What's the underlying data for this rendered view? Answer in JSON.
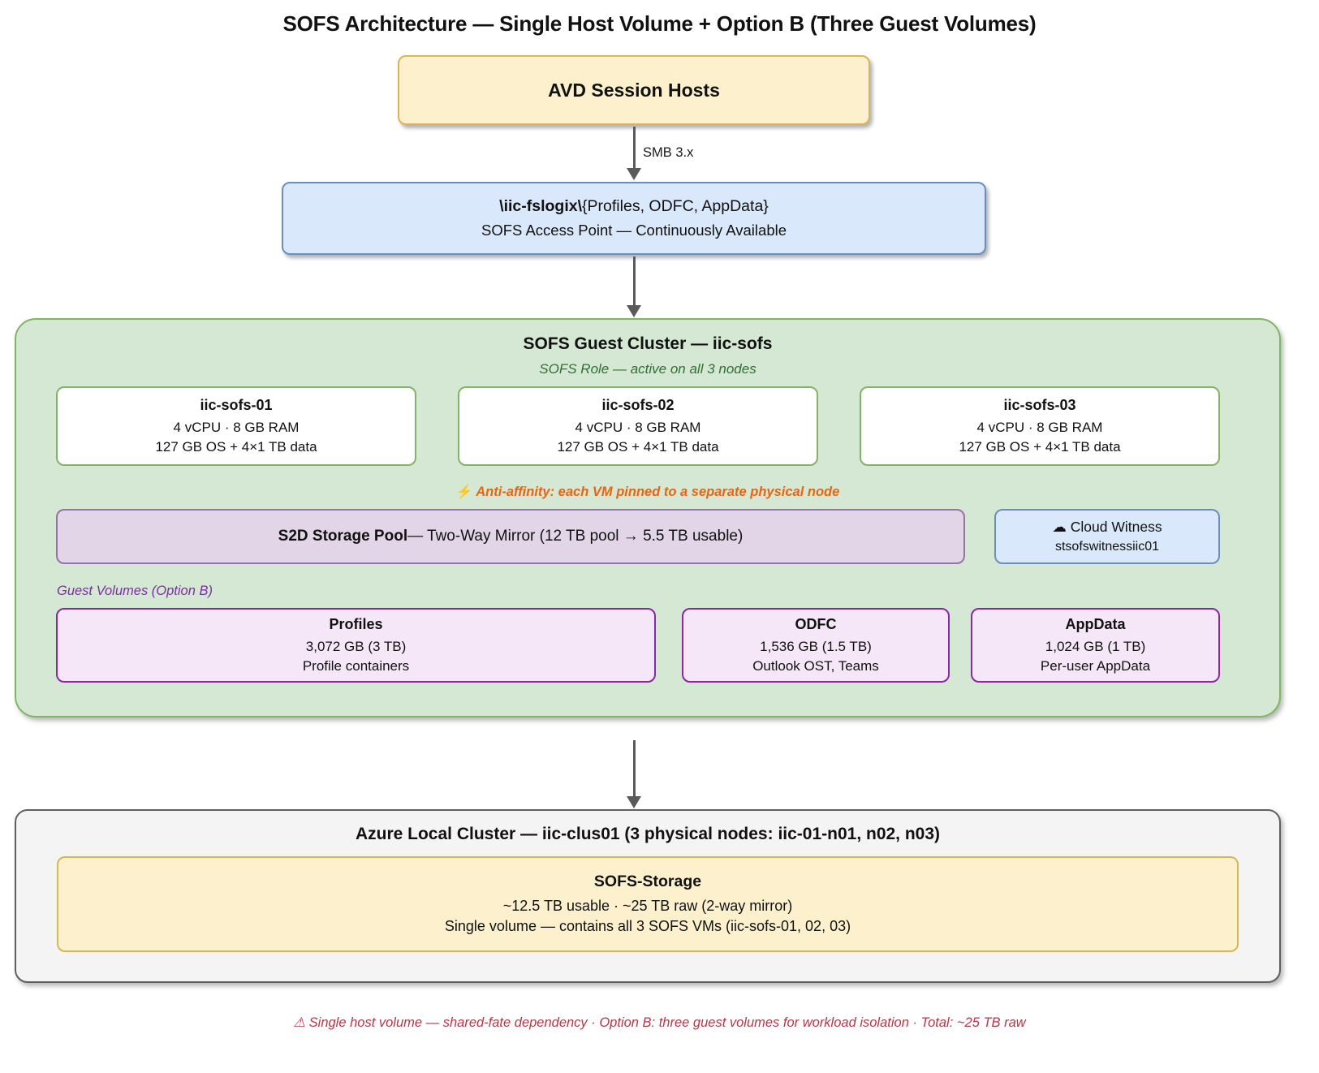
{
  "title": "SOFS Architecture — Single Host Volume + Option B (Three Guest Volumes)",
  "avd": {
    "label": "AVD Session Hosts"
  },
  "arrows": {
    "smb_label": "SMB 3.x"
  },
  "fslogix": {
    "path_bold": "\\iic-fslogix\\",
    "path_rest": "{Profiles, ODFC, AppData}",
    "subtitle": "SOFS Access Point — Continuously Available"
  },
  "guest_cluster": {
    "title": "SOFS Guest Cluster — iic-sofs",
    "role_note": "SOFS Role — active on all 3 nodes",
    "nodes": [
      {
        "name": "iic-sofs-01",
        "spec": "4 vCPU · 8 GB RAM",
        "disks": "127 GB OS + 4×1 TB data"
      },
      {
        "name": "iic-sofs-02",
        "spec": "4 vCPU · 8 GB RAM",
        "disks": "127 GB OS + 4×1 TB data"
      },
      {
        "name": "iic-sofs-03",
        "spec": "4 vCPU · 8 GB RAM",
        "disks": "127 GB OS + 4×1 TB data"
      }
    ],
    "anti_affinity_icon": "⚡",
    "anti_affinity": "Anti-affinity: each VM pinned to a separate physical node",
    "s2d_pool": {
      "title": "S2D Storage Pool",
      "detail": " — Two-Way Mirror (12 TB pool → 5.5 TB usable)"
    },
    "cloud_witness": {
      "icon": "☁",
      "title": "Cloud Witness",
      "account": "stsofswitnessiic01"
    },
    "guest_volumes_label": "Guest Volumes (Option B)",
    "guest_volumes": [
      {
        "name": "Profiles",
        "size": "3,072 GB (3 TB)",
        "desc": "Profile containers"
      },
      {
        "name": "ODFC",
        "size": "1,536 GB (1.5 TB)",
        "desc": "Outlook OST, Teams"
      },
      {
        "name": "AppData",
        "size": "1,024 GB (1 TB)",
        "desc": "Per-user AppData"
      }
    ]
  },
  "azure_local": {
    "title": "Azure Local Cluster — iic-clus01 (3 physical nodes: iic-01-n01, n02, n03)",
    "host_volume": {
      "name": "SOFS-Storage",
      "capacity": "~12.5 TB usable · ~25 TB raw (2-way mirror)",
      "detail": "Single volume — contains all 3 SOFS VMs (iic-sofs-01, 02, 03)"
    }
  },
  "footer": {
    "note": "⚠ Single host volume — shared-fate dependency · Option B: three guest volumes for workload isolation · Total: ~25 TB raw"
  },
  "colors": {
    "yellow_fill": "#fdf1cd",
    "yellow_stroke": "#d6b656",
    "blue_fill": "#dae8fc",
    "blue_stroke": "#6c8ebf",
    "green_fill": "#d5e8d4",
    "green_stroke": "#82b366",
    "purple_fill": "#e1d5e7",
    "purple_stroke": "#9673a6",
    "violet_fill": "#f5e7f8",
    "violet_stroke": "#8e24aa",
    "grey_fill": "#f4f4f4",
    "grey_stroke": "#606060",
    "orange_text": "#e8640f",
    "red_text": "#b03a48"
  }
}
